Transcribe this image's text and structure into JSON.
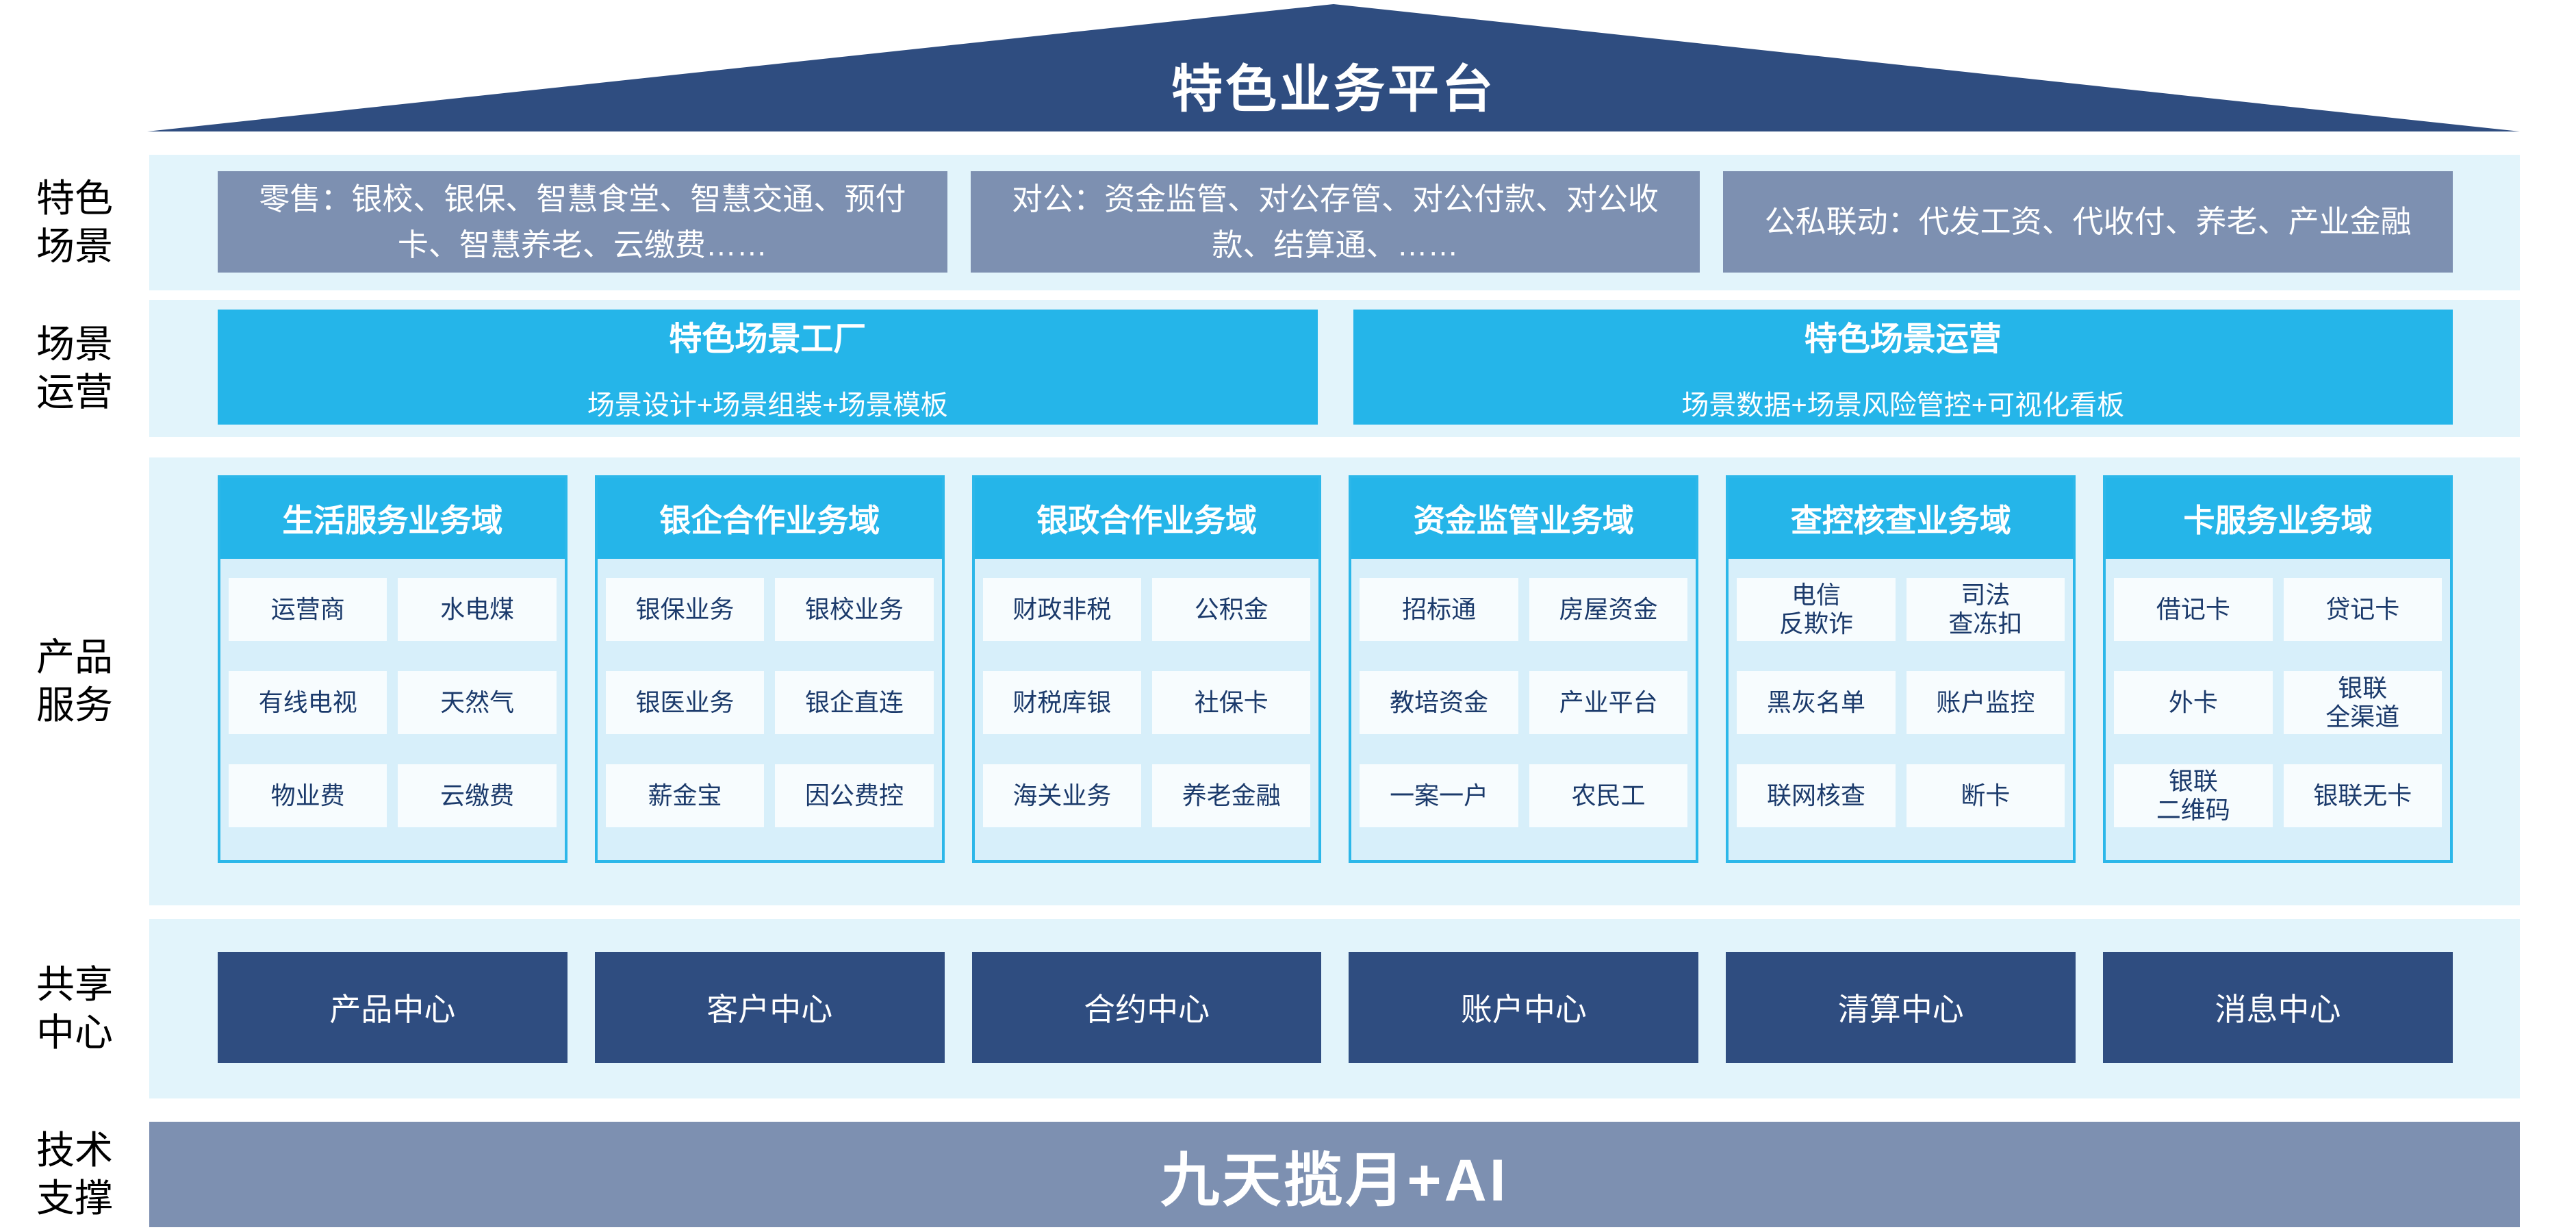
{
  "roof": {
    "title": "特色业务平台"
  },
  "colors": {
    "navy": "#2F4D80",
    "steel_blue": "#7D90B1",
    "cyan": "#25B5E9",
    "band_light_blue": "#E2F4FB",
    "column_bg": "#D7EFFA",
    "cell_bg": "#F7FCFE",
    "cell_text": "#1B3A6B"
  },
  "special_scenes": {
    "label": "特色\n场景",
    "boxes": [
      "零售：银校、银保、智慧食堂、智慧交通、预付卡、智慧养老、云缴费……",
      "对公：资金监管、对公存管、对公付款、对公收款、结算通、……",
      "公私联动：代发工资、代收付、养老、产业金融"
    ]
  },
  "scene_operation": {
    "label": "场景\n运营",
    "factory": {
      "title": "特色场景工厂",
      "subtitle": "场景设计+场景组装+场景模板"
    },
    "operation": {
      "title": "特色场景运营",
      "subtitle": "场景数据+场景风险管控+可视化看板"
    }
  },
  "product_services": {
    "label": "产品\n服务",
    "domains": [
      {
        "title": "生活服务业务域",
        "cells": [
          "运营商",
          "水电煤",
          "有线电视",
          "天然气",
          "物业费",
          "云缴费"
        ]
      },
      {
        "title": "银企合作业务域",
        "cells": [
          "银保业务",
          "银校业务",
          "银医业务",
          "银企直连",
          "薪金宝",
          "因公费控"
        ]
      },
      {
        "title": "银政合作业务域",
        "cells": [
          "财政非税",
          "公积金",
          "财税库银",
          "社保卡",
          "海关业务",
          "养老金融"
        ]
      },
      {
        "title": "资金监管业务域",
        "cells": [
          "招标通",
          "房屋资金",
          "教培资金",
          "产业平台",
          "一案一户",
          "农民工"
        ]
      },
      {
        "title": "查控核查业务域",
        "cells": [
          "电信\n反欺诈",
          "司法\n查冻扣",
          "黑灰名单",
          "账户监控",
          "联网核查",
          "断卡"
        ]
      },
      {
        "title": "卡服务业务域",
        "cells": [
          "借记卡",
          "贷记卡",
          "外卡",
          "银联\n全渠道",
          "银联\n二维码",
          "银联无卡"
        ]
      }
    ]
  },
  "shared_centers": {
    "label": "共享\n中心",
    "centers": [
      "产品中心",
      "客户中心",
      "合约中心",
      "账户中心",
      "清算中心",
      "消息中心"
    ]
  },
  "tech_support": {
    "label": "技术\n支撑",
    "bar": "九天揽月+AI"
  }
}
